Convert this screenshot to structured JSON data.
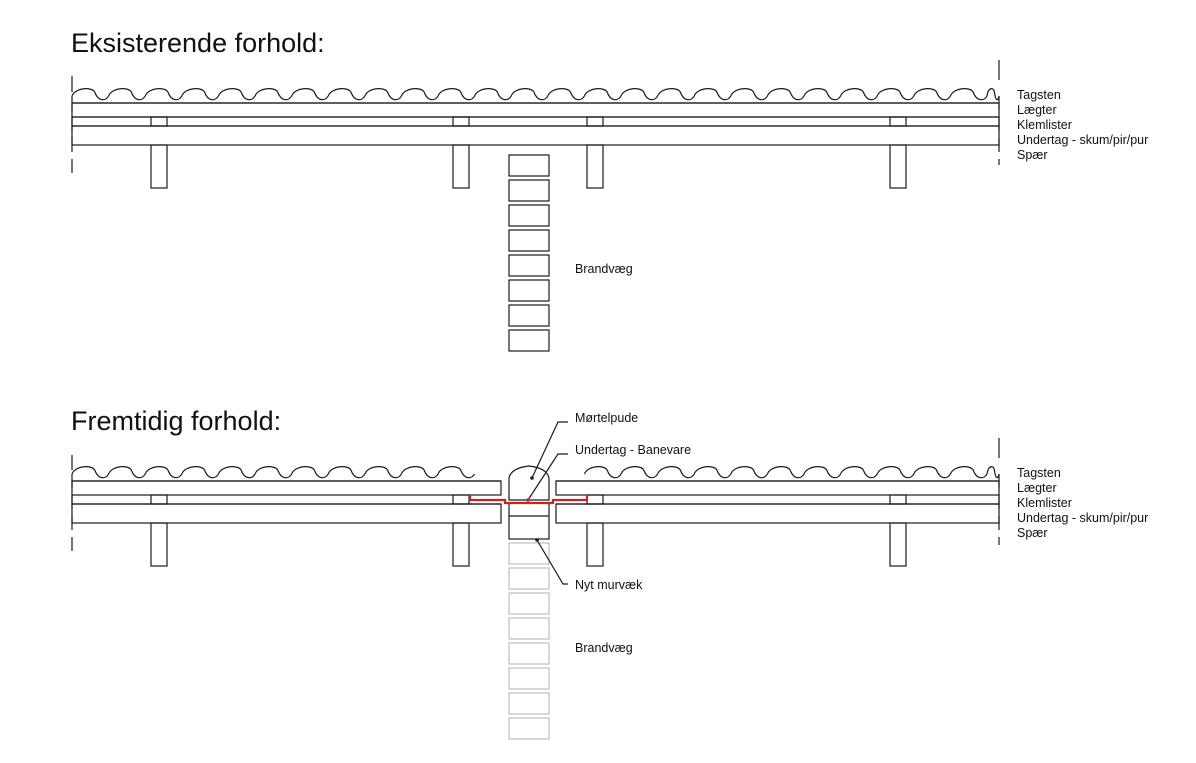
{
  "diagram": {
    "sections": [
      {
        "id": "existing",
        "title": "Eksisterende forhold:",
        "layers": [
          "Tagsten",
          "Lægter",
          "Klemlister",
          "Undertag - skum/pir/pur",
          "Spær"
        ],
        "callouts": [
          {
            "name": "brandvaeg-label",
            "text": "Brandvæg"
          }
        ]
      },
      {
        "id": "future",
        "title": "Fremtidig forhold:",
        "layers": [
          "Tagsten",
          "Lægter",
          "Klemlister",
          "Undertag - skum/pir/pur",
          "Spær"
        ],
        "callouts": [
          {
            "name": "mortelpude-label",
            "text": "Mørtelpude"
          },
          {
            "name": "undertag-banevare-label",
            "text": "Undertag - Banevare"
          },
          {
            "name": "nyt-murvaek-label",
            "text": "Nyt murvæk"
          },
          {
            "name": "brandvaeg-label",
            "text": "Brandvæg"
          }
        ]
      }
    ],
    "colors": {
      "line": "#1a1a1a",
      "new_membrane": "#cc2222",
      "existing_wall_faded": "#b8b8b8"
    }
  }
}
